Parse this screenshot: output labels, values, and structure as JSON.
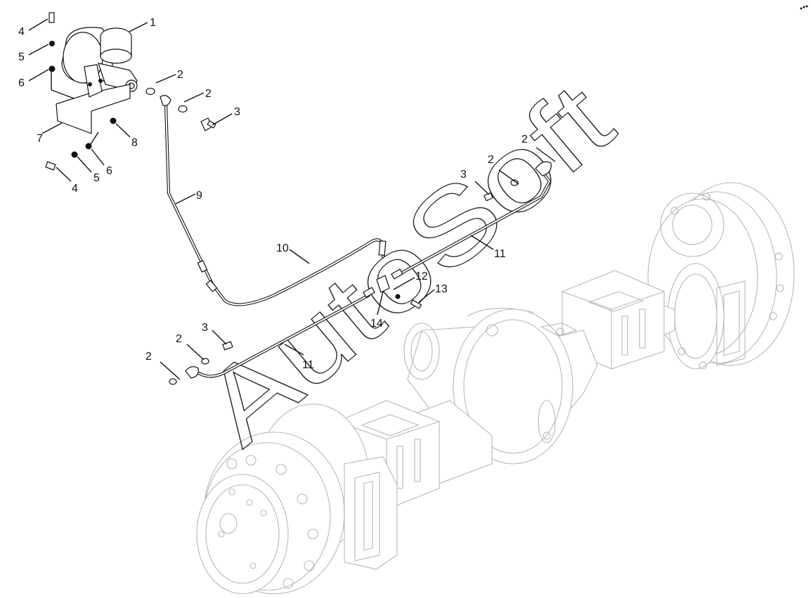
{
  "watermark": "AutoSoft",
  "callouts": {
    "c1": "1",
    "c2a": "2",
    "c2b": "2",
    "c2c": "2",
    "c2d": "2",
    "c2e": "2",
    "c2f": "2",
    "c3a": "3",
    "c3b": "3",
    "c3c": "3",
    "c4a": "4",
    "c4b": "4",
    "c5a": "5",
    "c5b": "5",
    "c6a": "6",
    "c6b": "6",
    "c7": "7",
    "c8": "8",
    "c9": "9",
    "c10": "10",
    "c11a": "11",
    "c11b": "11",
    "c12": "12",
    "c13": "13",
    "c14": "14"
  },
  "colors": {
    "line": "#111111",
    "ghost": "#b8b8b8",
    "background": "#ffffff"
  }
}
